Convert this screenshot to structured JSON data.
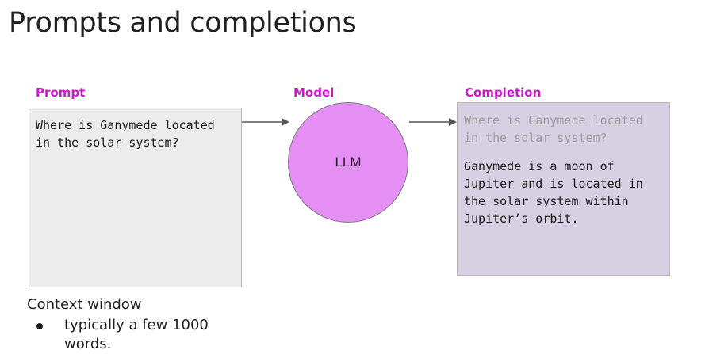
{
  "title": "Prompts and completions",
  "prompt": {
    "label": "Prompt",
    "text": "Where is Ganymede located in the solar system?"
  },
  "model": {
    "label": "Model",
    "name": "LLM",
    "fill_color": "#e58ff5"
  },
  "completion": {
    "label": "Completion",
    "echo_text": "Where is Ganymede located in the solar system?",
    "answer_text": "Ganymede is a moon of Jupiter and is located in the solar system within Jupiter’s orbit."
  },
  "context": {
    "title": "Context window",
    "bullets": [
      "typically a few 1000 words."
    ]
  },
  "colors": {
    "label_accent": "#cc16cc",
    "prompt_box": "#ececec",
    "completion_box": "#d7d0e2"
  }
}
